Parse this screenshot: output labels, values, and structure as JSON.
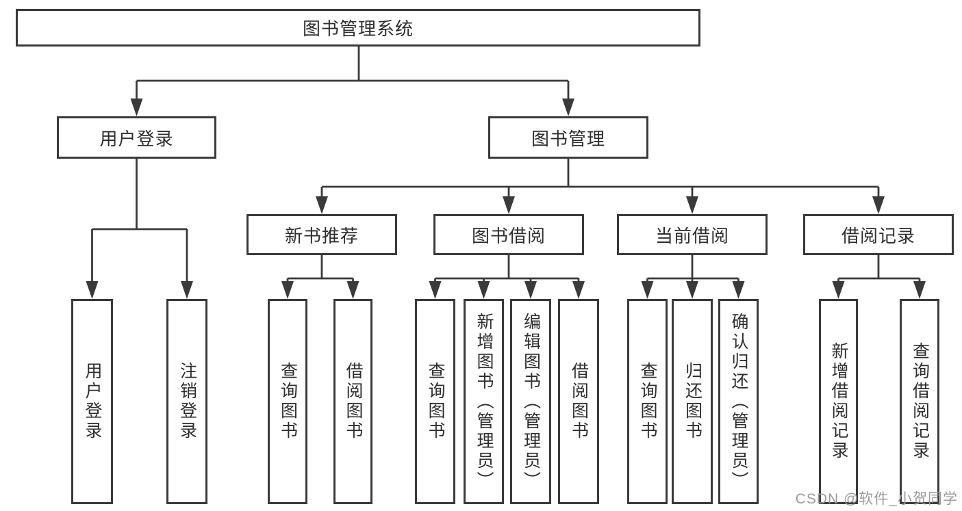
{
  "colors": {
    "line": "#3a3a3a",
    "border": "#3a3a3a",
    "text": "#2e2e2e",
    "watermark": "#9b9ba1",
    "bg": "#ffffff"
  },
  "root": {
    "label": "图书管理系统"
  },
  "login": {
    "label": "用户登录",
    "children": [
      "用户登录",
      "注销登录"
    ]
  },
  "manage": {
    "label": "图书管理"
  },
  "groups": [
    {
      "label": "新书推荐",
      "children": [
        "查询图书",
        "借阅图书"
      ]
    },
    {
      "label": "图书借阅",
      "children": [
        "查询图书",
        "新增图书（管理员）",
        "编辑图书（管理员）",
        "借阅图书"
      ]
    },
    {
      "label": "当前借阅",
      "children": [
        "查询图书",
        "归还图书",
        "确认归还（管理员）"
      ]
    },
    {
      "label": "借阅记录",
      "children": [
        "新增借阅记录",
        "查询借阅记录"
      ]
    }
  ],
  "watermark": {
    "text": "CSDN @软件_小贺同学"
  }
}
